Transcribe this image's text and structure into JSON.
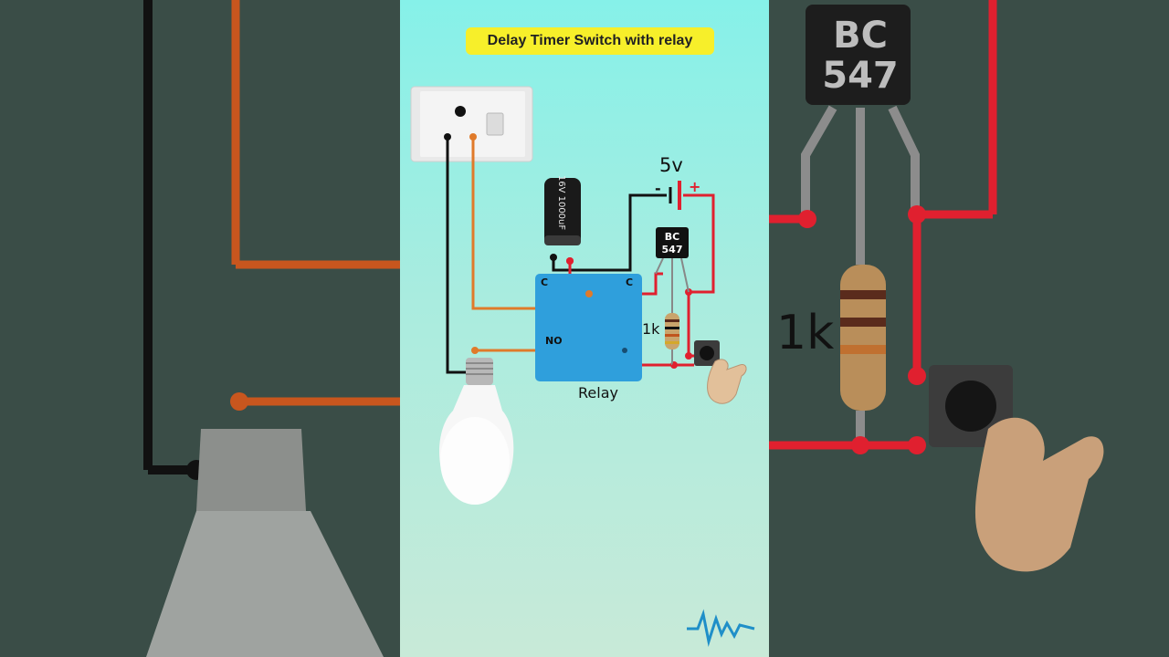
{
  "title": "Delay Timer Switch with relay",
  "labels": {
    "supply": "5v",
    "resistor": "1k",
    "relay": "Relay",
    "relay_common_left": "C",
    "relay_common_right": "C",
    "relay_no": "NO",
    "transistor": "BC\n547",
    "transistor_line1": "BC",
    "transistor_line2": "547",
    "capacitor": "16V 1000uF",
    "battery_minus": "-",
    "battery_plus": "+"
  },
  "background": {
    "transistor_line1": "BC",
    "transistor_line2": "547",
    "resistor": "1k"
  },
  "colors": {
    "wire_red": "#e0202f",
    "wire_black": "#111111",
    "wire_orange": "#e07a2a",
    "relay_blue": "#2f9fdc",
    "title_bg": "#f7ef2a"
  },
  "icons": [
    "wall-switch-icon",
    "capacitor-icon",
    "battery-icon",
    "transistor-icon",
    "resistor-icon",
    "push-button-icon",
    "hand-pointer-icon",
    "light-bulb-icon",
    "relay-icon",
    "brand-logo-icon"
  ]
}
